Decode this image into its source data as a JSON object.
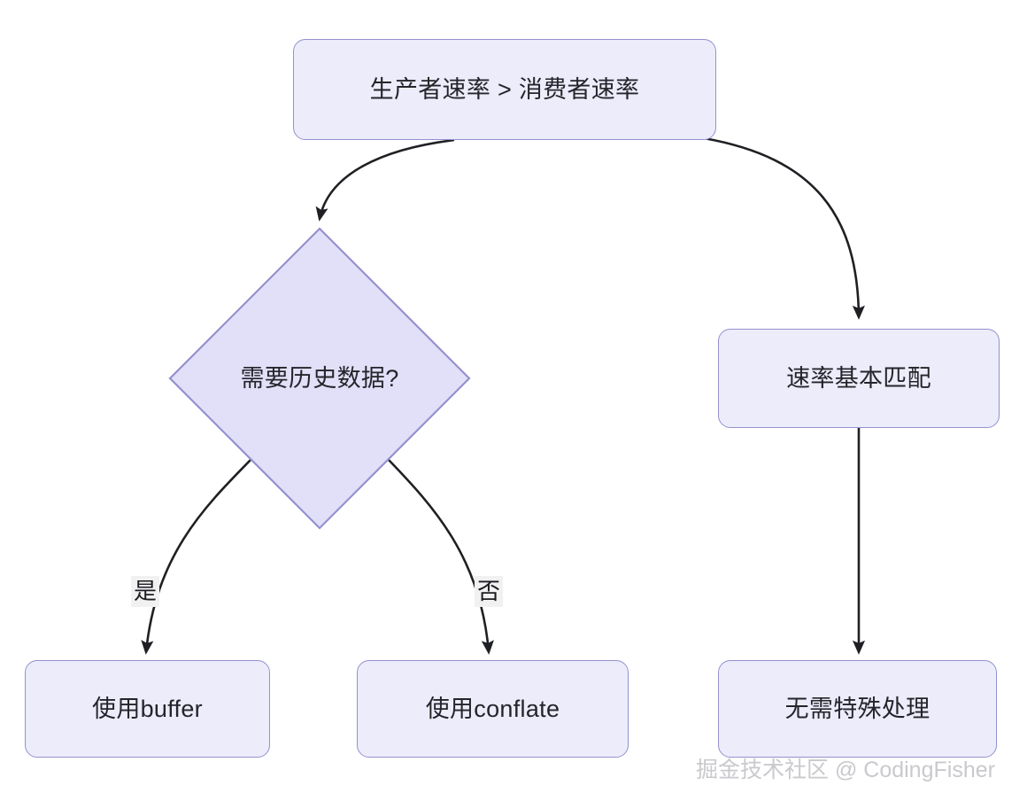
{
  "diagram": {
    "type": "flowchart",
    "background_color": "#FFFFFF",
    "node_fill": "#ECECFB",
    "node_fill_decision": "#E1E0F8",
    "node_border": "#9491CE",
    "edge_color": "#1F2024",
    "text_color": "#24252B",
    "edge_label_bg": "#F1F1F1",
    "nodes": {
      "root": {
        "label": "生产者速率 > 消费者速率",
        "shape": "rounded-rect"
      },
      "decision": {
        "label": "需要历史数据?",
        "shape": "diamond"
      },
      "matched": {
        "label": "速率基本匹配",
        "shape": "rounded-rect"
      },
      "use_buffer": {
        "label": "使用buffer",
        "shape": "rounded-rect"
      },
      "use_conflate": {
        "label": "使用conflate",
        "shape": "rounded-rect"
      },
      "no_special": {
        "label": "无需特殊处理",
        "shape": "rounded-rect"
      }
    },
    "edges": [
      {
        "from": "root",
        "to": "decision",
        "label": ""
      },
      {
        "from": "root",
        "to": "matched",
        "label": ""
      },
      {
        "from": "decision",
        "to": "use_buffer",
        "label": "是"
      },
      {
        "from": "decision",
        "to": "use_conflate",
        "label": "否"
      },
      {
        "from": "matched",
        "to": "no_special",
        "label": ""
      }
    ],
    "edge_labels": {
      "yes": "是",
      "no": "否"
    }
  },
  "watermark": {
    "text": "掘金技术社区 @ CodingFisher"
  }
}
